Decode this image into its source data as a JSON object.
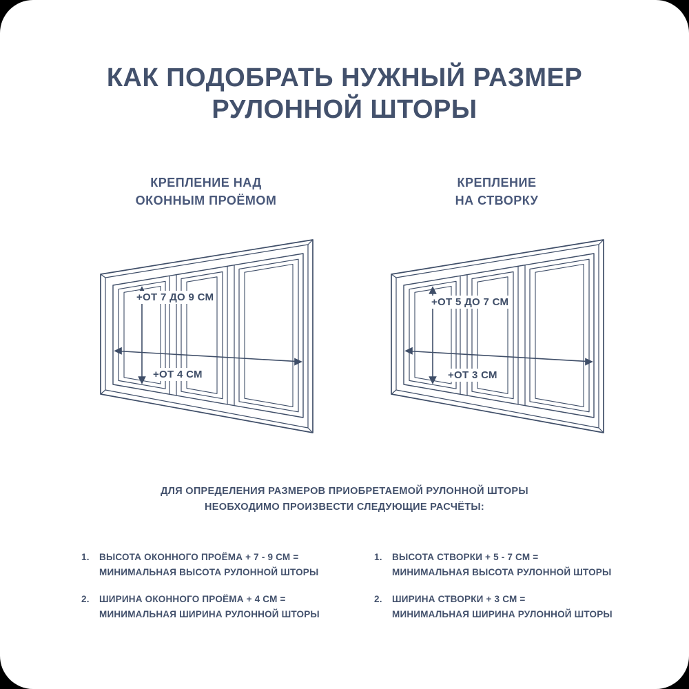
{
  "title": {
    "line1": "КАК ПОДОБРАТЬ НУЖНЫЙ РАЗМЕР",
    "line2": "РУЛОННОЙ ШТОРЫ"
  },
  "note": {
    "line1": "ДЛЯ ОПРЕДЕЛЕНИЯ РАЗМЕРОВ ПРИОБРЕТАЕМОЙ РУЛОННОЙ ШТОРЫ",
    "line2": "НЕОБХОДИМО ПРОИЗВЕСТИ СЛЕДУЮЩИЕ РАСЧЁТЫ:"
  },
  "columns": {
    "left": {
      "subtitle": {
        "line1": "КРЕПЛЕНИЕ НАД",
        "line2": "ОКОННЫМ ПРОЁМОМ"
      },
      "diagram": "perspective-window-with-measurement-arrows",
      "height_label": "+ОТ 7 ДО 9 СМ",
      "width_label": "+ОТ 4 СМ",
      "items": [
        {
          "num": "1.",
          "line1": "ВЫСОТА ОКОННОГО ПРОЁМА + 7 - 9 СМ =",
          "line2": "МИНИМАЛЬНАЯ ВЫСОТА РУЛОННОЙ ШТОРЫ"
        },
        {
          "num": "2.",
          "line1": "ШИРИНА ОКОННОГО ПРОЁМА + 4 СМ =",
          "line2": "МИНИМАЛЬНАЯ ШИРИНА РУЛОННОЙ ШТОРЫ"
        }
      ]
    },
    "right": {
      "subtitle": {
        "line1": "КРЕПЛЕНИЕ",
        "line2": "НА СТВОРКУ"
      },
      "diagram": "perspective-window-with-measurement-arrows",
      "height_label": "+ОТ 5 ДО 7 СМ",
      "width_label": "+ОТ 3 СМ",
      "items": [
        {
          "num": "1.",
          "line1": "ВЫСОТА СТВОРКИ + 5 - 7 СМ =",
          "line2": "МИНИМАЛЬНАЯ ВЫСОТА РУЛОННОЙ ШТОРЫ"
        },
        {
          "num": "2.",
          "line1": "ШИРИНА СТВОРКИ + 3 СМ =",
          "line2": "МИНИМАЛЬНАЯ ШИРИНА РУЛОННОЙ ШТОРЫ"
        }
      ]
    }
  },
  "colors": {
    "ink": "#3f4e68",
    "card": "#ffffff",
    "background": "#000000"
  }
}
